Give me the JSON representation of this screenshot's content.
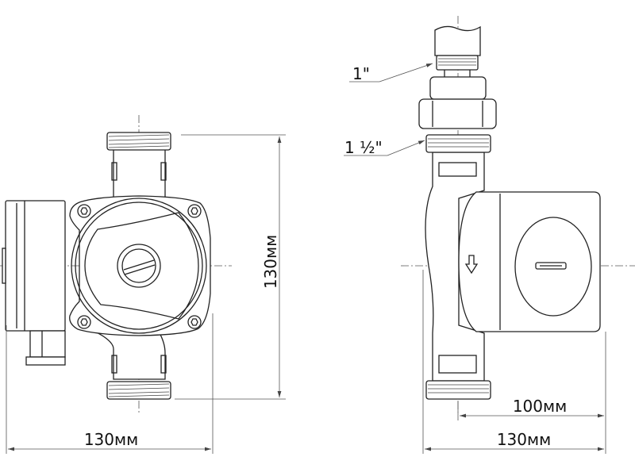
{
  "drawing": {
    "front_view": {
      "width_label": "130мм",
      "height_label": "130мм"
    },
    "side_view": {
      "pipe_thread_label": "1\"",
      "pump_thread_label": "1 ½\"",
      "depth_motor_label": "100мм",
      "depth_total_label": "130мм"
    }
  }
}
